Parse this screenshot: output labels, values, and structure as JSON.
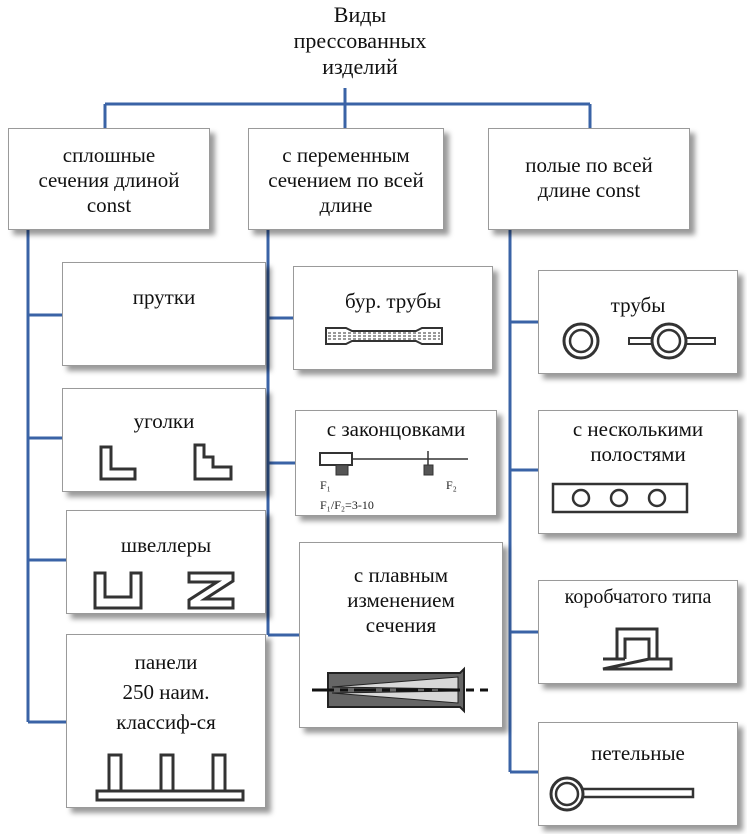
{
  "root": {
    "label": "Виды\nпрессованных\nизделий"
  },
  "categories": [
    {
      "label": "сплошные\nсечения длиной\nconst"
    },
    {
      "label": "с переменным\nсечением по всей\nдлине"
    },
    {
      "label": "полые по всей\nдлине const"
    }
  ],
  "solid": [
    {
      "label": "прутки"
    },
    {
      "label": "уголки"
    },
    {
      "label": "швеллеры"
    },
    {
      "label": "панели\n250 наим.\nклассиф-ся"
    }
  ],
  "variable": [
    {
      "label": "бур. трубы"
    },
    {
      "label": "с законцовками",
      "formula_f1": "F₁",
      "formula_f2": "F₂",
      "formula_ratio": "F₁/F₂=3-10"
    },
    {
      "label": "с плавным\nизменением\nсечения"
    }
  ],
  "hollow": [
    {
      "label": "трубы"
    },
    {
      "label": "с несколькими\nполостями"
    },
    {
      "label": "коробчатого типа"
    },
    {
      "label": "петельные"
    }
  ],
  "colors": {
    "connector": "#3a63a6",
    "box_border": "#9a9a9a",
    "shape_stroke": "#333333"
  }
}
